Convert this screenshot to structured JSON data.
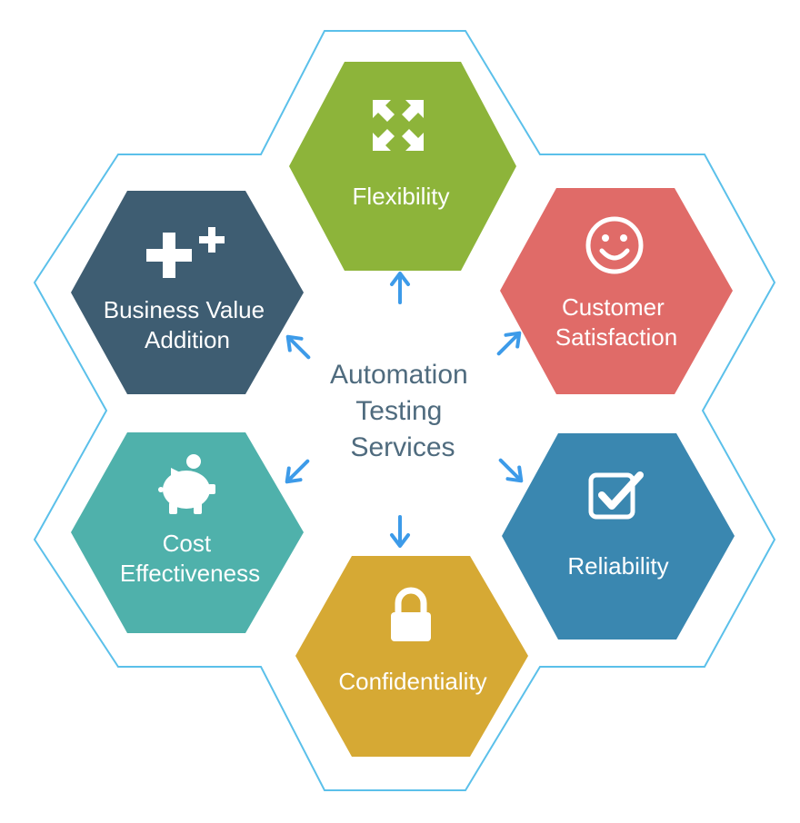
{
  "diagram": {
    "center_lines": [
      "Automation",
      "Testing",
      "Services"
    ],
    "outline_color": "#5bc0ea",
    "arrow_color": "#3d9be9",
    "hexagons": [
      {
        "id": "flexibility",
        "lines": [
          "Flexibility"
        ],
        "color": "#8db43a",
        "icon": "expand-arrows-icon"
      },
      {
        "id": "customer-satisfaction",
        "lines": [
          "Customer",
          "Satisfaction"
        ],
        "color": "#e06b68",
        "icon": "smiley-face-icon"
      },
      {
        "id": "reliability",
        "lines": [
          "Reliability"
        ],
        "color": "#3a87b0",
        "icon": "checkbox-checked-icon"
      },
      {
        "id": "confidentiality",
        "lines": [
          "Confidentiality"
        ],
        "color": "#d6a934",
        "icon": "padlock-icon"
      },
      {
        "id": "cost-effectiveness",
        "lines": [
          "Cost",
          "Effectiveness"
        ],
        "color": "#4fb1ab",
        "icon": "piggy-bank-icon"
      },
      {
        "id": "business-value-addition",
        "lines": [
          "Business Value",
          "Addition"
        ],
        "color": "#3e5d72",
        "icon": "plus-signs-icon"
      }
    ]
  }
}
